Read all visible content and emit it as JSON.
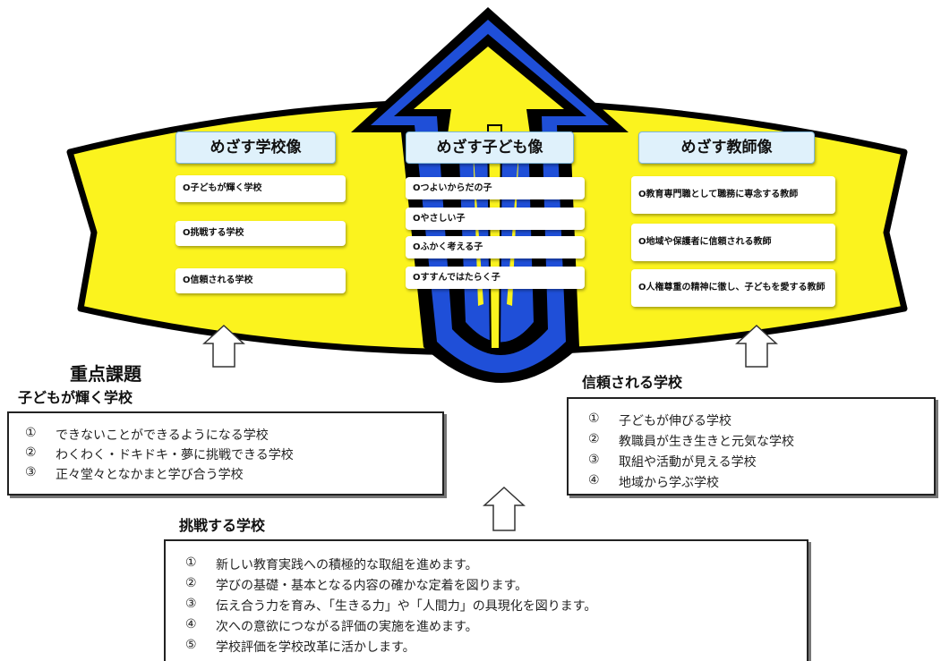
{
  "vision": {
    "school": {
      "title": "めざす学校像",
      "items": [
        "O子どもが輝く学校",
        "O挑戦する学校",
        "O信頼される学校"
      ]
    },
    "child": {
      "title": "めざす子ども像",
      "items": [
        "Oつよいからだの子",
        "Oやさしい子",
        "Oふかく考える子",
        "Oすすんではたらく子"
      ]
    },
    "teacher": {
      "title": "めざす教師像",
      "items": [
        "O教育専門職として職務に専念する教師",
        "O地域や保護者に信頼される教師",
        "O人権尊重の精神に徹し、子どもを愛する教師"
      ]
    }
  },
  "priority_title": "重点課題",
  "sections": {
    "shining": {
      "title": "子どもが輝く学校",
      "items": [
        {
          "num": "①",
          "text": "できないことができるようになる学校"
        },
        {
          "num": "②",
          "text": "わくわく・ドキドキ・夢に挑戦できる学校"
        },
        {
          "num": "③",
          "text": "正々堂々となかまと学び合う学校"
        }
      ]
    },
    "trusted": {
      "title": "信頼される学校",
      "items": [
        {
          "num": "①",
          "text": "子どもが伸びる学校"
        },
        {
          "num": "②",
          "text": "教職員が生き生きと元気な学校"
        },
        {
          "num": "③",
          "text": "取組や活動が見える学校"
        },
        {
          "num": "④",
          "text": "地域から学ぶ学校"
        }
      ]
    },
    "challenge": {
      "title": "挑戦する学校",
      "items": [
        {
          "num": "①",
          "text": "新しい教育実践への積極的な取組を進めます。"
        },
        {
          "num": "②",
          "text": "学びの基礎・基本となる内容の確かな定着を図ります。"
        },
        {
          "num": "③",
          "text": "伝え合う力を育み、「生きる力」や「人間力」の具現化を図ります。"
        },
        {
          "num": "④",
          "text": "次への意欲につながる評価の実施を進めます。"
        },
        {
          "num": "⑤",
          "text": "学校評価を学校改革に活かします。"
        }
      ]
    }
  },
  "colors": {
    "ellipse_fill": "#fbf31e",
    "arrow_blue": "#1f4fd8",
    "arrow_yellow": "#fbf31e",
    "outline": "#000000",
    "header_bg": "#dff1fb"
  }
}
